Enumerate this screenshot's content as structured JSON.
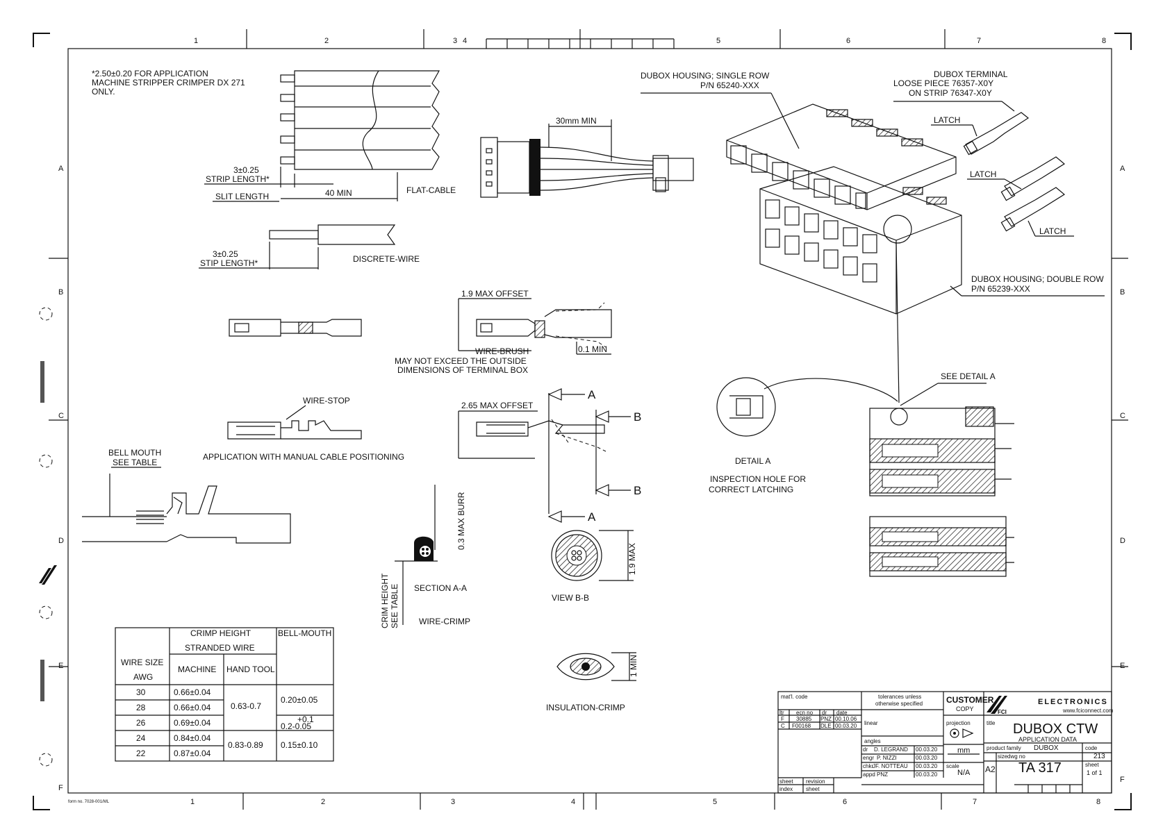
{
  "notes": {
    "top_note": [
      "*2.50±0.20 FOR APPLICATION",
      "MACHINE STRIPPER CRIMPER DX 271",
      "ONLY."
    ]
  },
  "labels": {
    "strip_length_1_value": "3±0.25",
    "strip_length_1": "STRIP LENGTH*",
    "slit_length": "SLIT LENGTH",
    "slit_value": "40 MIN",
    "flat_cable": "FLAT-CABLE",
    "strip_length_2_value": "3±0.25",
    "strip_length_2": "STIP LENGTH*",
    "discrete_wire": "DISCRETE-WIRE",
    "min_30": "30mm MIN",
    "max_offset_1": "1.9 MAX OFFSET",
    "wire_brush": "WIRE-BRUSH",
    "not_exceed_1": "MAY NOT EXCEED THE OUTSIDE",
    "not_exceed_2": "DIMENSIONS OF TERMINAL BOX",
    "min_01": "0.1 MIN",
    "wire_stop": "WIRE-STOP",
    "manual_app": "APPLICATION WITH MANUAL CABLE POSITIONING",
    "max_offset_2": "2.65 MAX OFFSET",
    "sec_a": "A",
    "sec_b": "B",
    "bell_mouth_1": "BELL MOUTH",
    "bell_mouth_2": "SEE TABLE",
    "max_burr": "0.3 MAX BURR",
    "crimp_height_1": "CRIM HEIGHT",
    "crimp_height_2": "SEE TABLE",
    "section_aa": "SECTION A-A",
    "wire_crimp": "WIRE-CRIMP",
    "view_bb": "VIEW B-B",
    "max_19": "1.9 MAX",
    "insulation_crimp": "INSULATION-CRIMP",
    "min_1": "1 MIN",
    "housing_single_1": "DUBOX HOUSING; SINGLE ROW",
    "housing_single_2": "P/N 65240-XXX",
    "terminal_1": "DUBOX TERMINAL",
    "terminal_2": "LOOSE PIECE 76357-X0Y",
    "terminal_3": "ON STRIP 76347-X0Y",
    "latch": "LATCH",
    "housing_double_1": "DUBOX HOUSING; DOUBLE ROW",
    "housing_double_2": "P/N 65239-XXX",
    "see_detail": "SEE DETAIL A",
    "detail_a": "DETAIL A",
    "inspection_1": "INSPECTION HOLE FOR",
    "inspection_2": "CORRECT LATCHING"
  },
  "border": {
    "top_numbers": [
      "1",
      "2",
      "3",
      "4",
      "5",
      "6",
      "7",
      "8"
    ],
    "bottom_numbers": [
      "1",
      "2",
      "3",
      "4",
      "5",
      "6",
      "7",
      "8"
    ],
    "side_letters": [
      "A",
      "B",
      "C",
      "D",
      "E",
      "F"
    ],
    "small_print": "form no. 7028-001/ML"
  },
  "table": {
    "header_crimp": "CRIMP HEIGHT",
    "header_stranded": "STRANDED WIRE",
    "header_bell": "BELL-MOUTH",
    "header_wire_size": "WIRE SIZE",
    "header_awg": "AWG",
    "header_machine": "MACHINE",
    "header_hand": "HAND TOOL",
    "rows": [
      {
        "awg": "30",
        "machine": "0.66±0.04"
      },
      {
        "awg": "28",
        "machine": "0.66±0.04"
      },
      {
        "awg": "26",
        "machine": "0.69±0.04"
      },
      {
        "awg": "24",
        "machine": "0.84±0.04"
      },
      {
        "awg": "22",
        "machine": "0.87±0.04"
      }
    ],
    "hand_1": "0.63-0.7",
    "hand_2": "0.83-0.89",
    "bell_1": "0.20±0.05",
    "bell_2a": "+0.1",
    "bell_2b": "0.2-0.05",
    "bell_3": "0.15±0.10"
  },
  "titleblock": {
    "matl_code": "mat'l. code",
    "ltr": "ltr",
    "ecn_no": "ecn no",
    "dr": "dr",
    "date": "date",
    "rev_f": [
      "F",
      "30885",
      "PNZ",
      "00.10.06"
    ],
    "rev_c": [
      "C",
      "F00168",
      "DLE",
      "00.03.20"
    ],
    "tolerances_1": "tolerances unless",
    "tolerances_2": "otherwise specified",
    "linear": "linear",
    "angles": "angles",
    "customer": "CUSTOMER",
    "copy": "COPY",
    "projection": "projection",
    "mm": "mm",
    "scale": "scale",
    "scale_val": "N/A",
    "people": [
      {
        "role": "dr",
        "name": "D. LEGRAND",
        "date": "00.03.20"
      },
      {
        "role": "engr",
        "name": "P. NIZZI",
        "date": "00.03.20"
      },
      {
        "role": "chkr",
        "name": "JF. NOTTEAU",
        "date": "00.03.20"
      },
      {
        "role": "appd",
        "name": "PNZ",
        "date": "00.03.20"
      }
    ],
    "company": "ELECTRONICS",
    "logo_text": "FCI",
    "website": "www.fciconnect.com",
    "title_label": "title",
    "title": "DUBOX CTW",
    "subtitle": "APPLICATION DATA",
    "product_family_label": "product family",
    "product_family": "DUBOX",
    "code_label": "code",
    "code": "213",
    "size_label": "size",
    "dwg_no_label": "dwg no",
    "size": "A2",
    "dwg_no": "TA 317",
    "sheet_label": "sheet",
    "sheet": "1 of 1",
    "sheet_rev": "sheet",
    "revision": "revision",
    "index": "index",
    "sheet2": "sheet"
  }
}
